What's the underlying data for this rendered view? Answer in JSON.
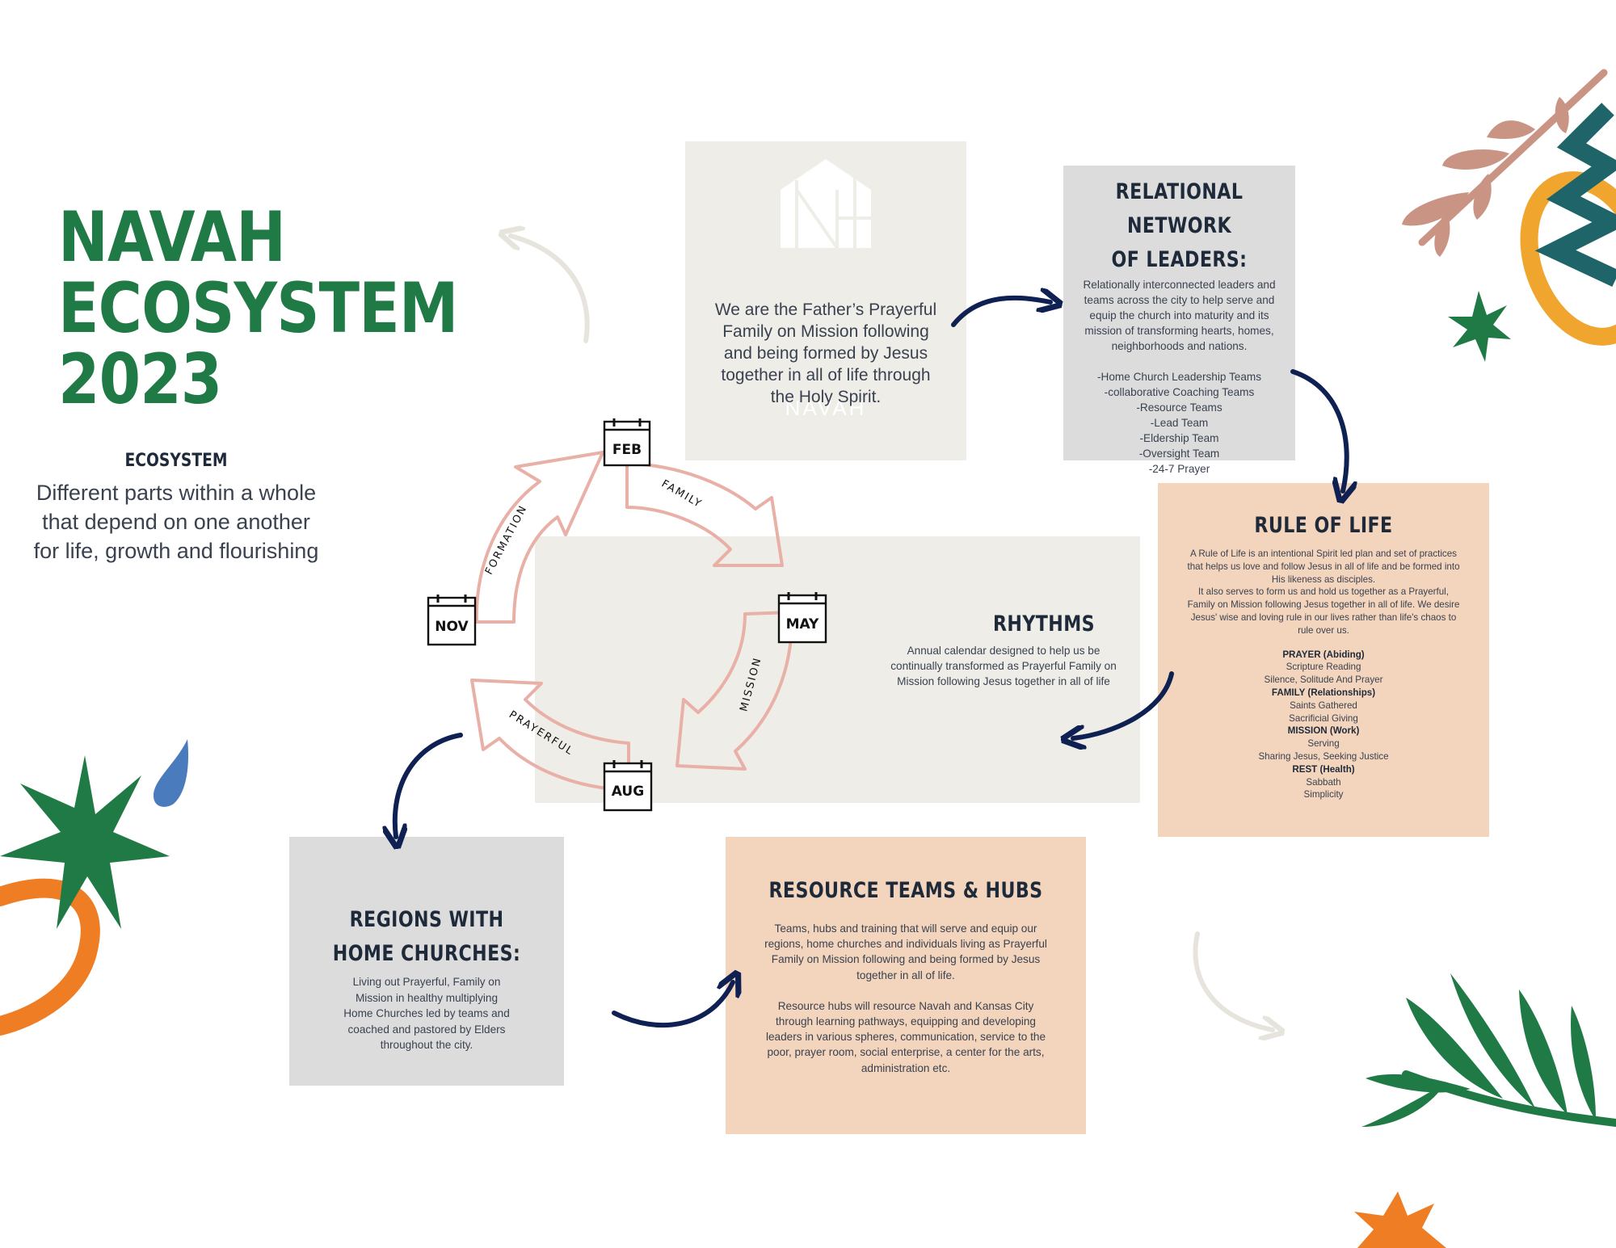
{
  "title": {
    "line1": "NAVAH",
    "line2": "ECOSYSTEM",
    "line3": "2023"
  },
  "ecosystem": {
    "heading": "ECOSYSTEM",
    "text": "Different parts within a whole that depend on one another for life, growth and flourishing"
  },
  "navah": {
    "logo_text": "NAVAH",
    "statement": "We are the Father’s Prayerful Family on Mission following and being formed by Jesus together in all of life through the Holy Spirit."
  },
  "relational": {
    "heading_line1": "RELATIONAL NETWORK",
    "heading_line2": "OF LEADERS:",
    "text": "Relationally interconnected leaders and teams across the city to help serve and equip the church into maturity and its mission of transforming hearts, homes, neighborhoods and nations.",
    "teams": [
      "-Home Church Leadership Teams",
      "-collaborative Coaching  Teams",
      "-Resource Teams",
      "-Lead Team",
      "-Eldership Team",
      "-Oversight Team",
      "-24-7 Prayer"
    ]
  },
  "rule_of_life": {
    "heading": "RULE OF LIFE",
    "text1": "A Rule of Life is an intentional Spirit led plan and set of practices that helps us love and follow Jesus in all of life and be formed into His likeness as disciples.",
    "text2": "It also serves to form us and hold us together as a Prayerful, Family on Mission following Jesus together in all of life. We desire Jesus' wise and loving rule in our lives rather than life's chaos to rule over us.",
    "categories": [
      {
        "name": "PRAYER (Abiding)",
        "items": [
          "Scripture Reading",
          "Silence, Solitude And Prayer"
        ]
      },
      {
        "name": "FAMILY (Relationships)",
        "items": [
          "Saints Gathered",
          "Sacrificial Giving"
        ]
      },
      {
        "name": "MISSION (Work)",
        "items": [
          "Serving",
          "Sharing Jesus, Seeking Justice"
        ]
      },
      {
        "name": "REST (Health)",
        "items": [
          "Sabbath",
          "Simplicity"
        ]
      }
    ]
  },
  "rhythms": {
    "heading": "RHYTHMS",
    "text": "Annual calendar designed to help us be continually transformed as Prayerful Family on Mission following Jesus together in all of life"
  },
  "cycle": {
    "months": [
      "FEB",
      "MAY",
      "AUG",
      "NOV"
    ],
    "arcs": [
      "FAMILY",
      "MISSION",
      "PRAYERFUL",
      "FORMATION"
    ]
  },
  "regions": {
    "heading_line1": "REGIONS WITH",
    "heading_line2": "HOME CHURCHES:",
    "text": "Living out Prayerful, Family on Mission in healthy multiplying Home Churches led by teams and coached and pastored by Elders throughout the city."
  },
  "resource": {
    "heading": "RESOURCE TEAMS & HUBS",
    "text1": "Teams, hubs and training that will serve and equip our regions, home churches and individuals living as Prayerful Family on Mission following and being formed by Jesus together in all of life.",
    "text2": "Resource hubs will resource Navah and Kansas City through learning pathways, equipping and developing leaders in various spheres, communication, service to the poor, prayer room, social enterprise, a center for the arts, administration etc."
  },
  "colors": {
    "title_green": "#1f7a45",
    "navy": "#0f2152",
    "cycle_pink": "#e8b0a6",
    "peach": "#f3d4bc",
    "grey": "#dcdcdc",
    "cream": "#eeede7"
  }
}
